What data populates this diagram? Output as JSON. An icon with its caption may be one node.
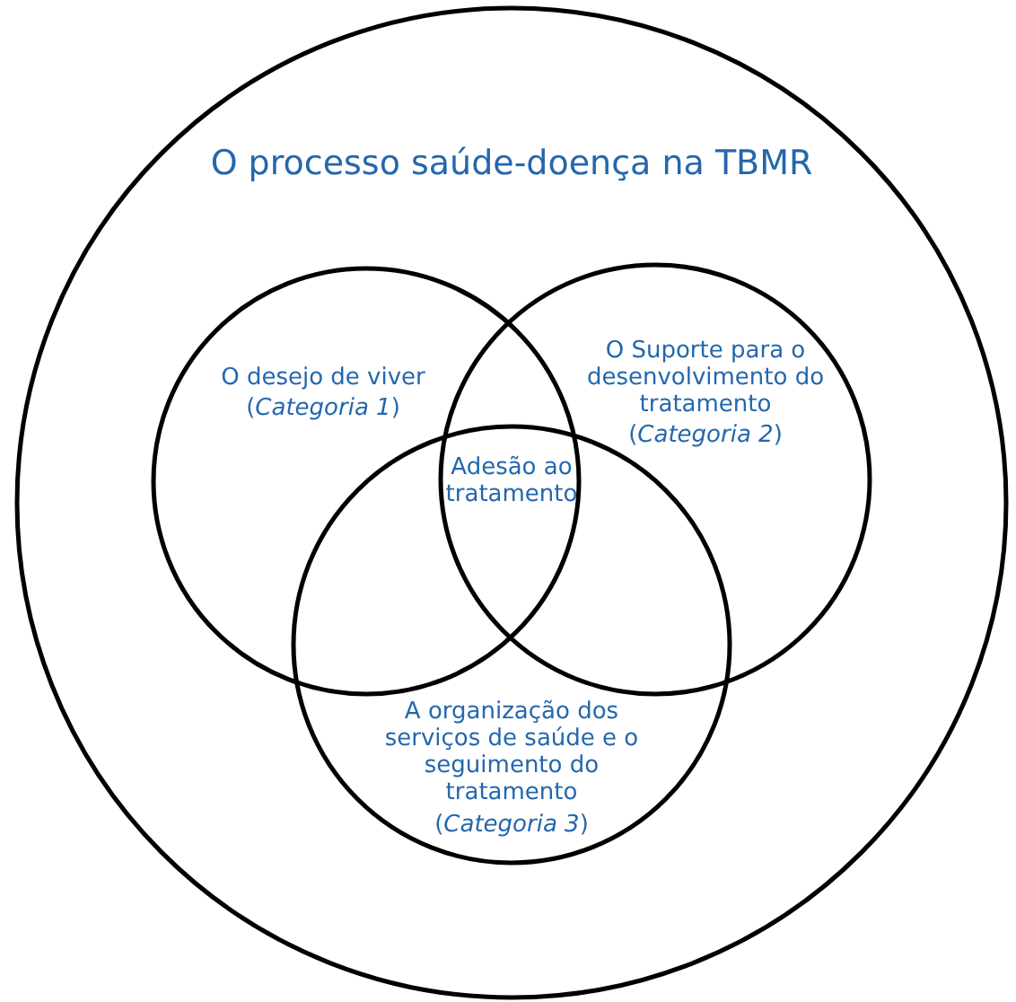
{
  "diagram": {
    "nodes": [
      {
        "text": [
          "O processo saúde-doença na TBMR"
        ]
      },
      {
        "text": [
          "O desejo de viver",
          "(*Categoria 1*)"
        ],
        "in": 0
      },
      {
        "text": [
          "O Suporte para o desenvolvimento do tratamento",
          "(*Categoria 2*)"
        ],
        "in": 0
      },
      {
        "text": [
          "A organização dos serviços de saúde e o seguimento do tratamento",
          "(*Categoria 3*)"
        ],
        "in": 0
      }
    ],
    "edges": [],
    "labels": [
      "Adesão ao tratamento"
    ]
  }
}
